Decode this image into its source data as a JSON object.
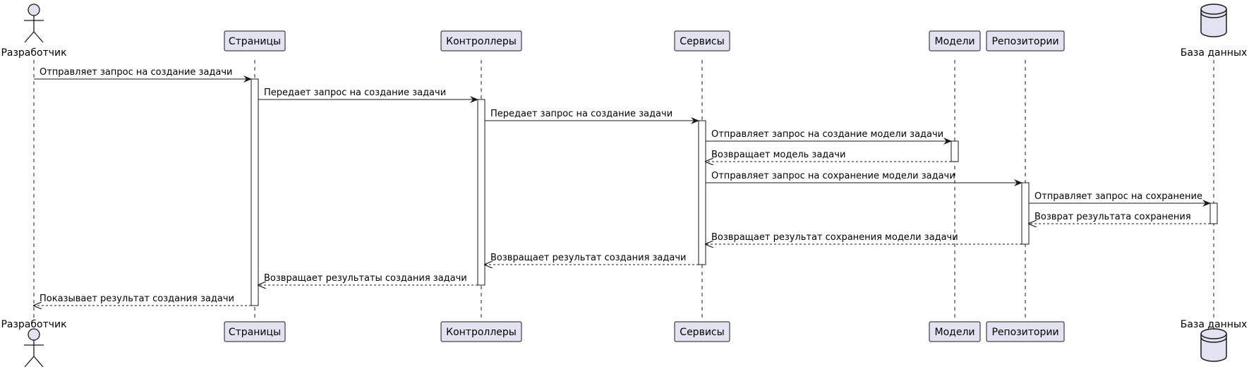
{
  "participants": [
    {
      "id": "dev",
      "label": "Разработчик",
      "kind": "actor"
    },
    {
      "id": "pages",
      "label": "Страницы",
      "kind": "box"
    },
    {
      "id": "ctrl",
      "label": "Контроллеры",
      "kind": "box"
    },
    {
      "id": "svc",
      "label": "Сервисы",
      "kind": "box"
    },
    {
      "id": "mdl",
      "label": "Модели",
      "kind": "box"
    },
    {
      "id": "repo",
      "label": "Репозитории",
      "kind": "box"
    },
    {
      "id": "db",
      "label": "База данных",
      "kind": "database"
    }
  ],
  "messages": [
    {
      "from": "dev",
      "to": "pages",
      "label": "Отправляет запрос на создание задачи",
      "kind": "request"
    },
    {
      "from": "pages",
      "to": "ctrl",
      "label": "Передает запрос на создание задачи",
      "kind": "request"
    },
    {
      "from": "ctrl",
      "to": "svc",
      "label": "Передает запрос на создание задачи",
      "kind": "request"
    },
    {
      "from": "svc",
      "to": "mdl",
      "label": "Отправляет запрос на создание модели задачи",
      "kind": "request"
    },
    {
      "from": "mdl",
      "to": "svc",
      "label": "Возвращает модель задачи",
      "kind": "return"
    },
    {
      "from": "svc",
      "to": "repo",
      "label": "Отправляет запрос на сохранение модели задачи",
      "kind": "request"
    },
    {
      "from": "repo",
      "to": "db",
      "label": "Отправляет запрос на сохранение",
      "kind": "request"
    },
    {
      "from": "db",
      "to": "repo",
      "label": "Возврат результата сохранения",
      "kind": "return"
    },
    {
      "from": "repo",
      "to": "svc",
      "label": "Возвращает результат сохранения модели задачи",
      "kind": "return"
    },
    {
      "from": "svc",
      "to": "ctrl",
      "label": "Возвращает результат создания задачи",
      "kind": "return"
    },
    {
      "from": "ctrl",
      "to": "pages",
      "label": "Возвращает результаты создания задачи",
      "kind": "return"
    },
    {
      "from": "pages",
      "to": "dev",
      "label": "Показывает результат создания задачи",
      "kind": "return"
    }
  ],
  "colors": {
    "participant_fill": "#e2e2f0",
    "participant_stroke": "#181818",
    "lifeline": "#181818",
    "activation_fill": "#ffffff",
    "arrow": "#181818",
    "text": "#000000"
  }
}
